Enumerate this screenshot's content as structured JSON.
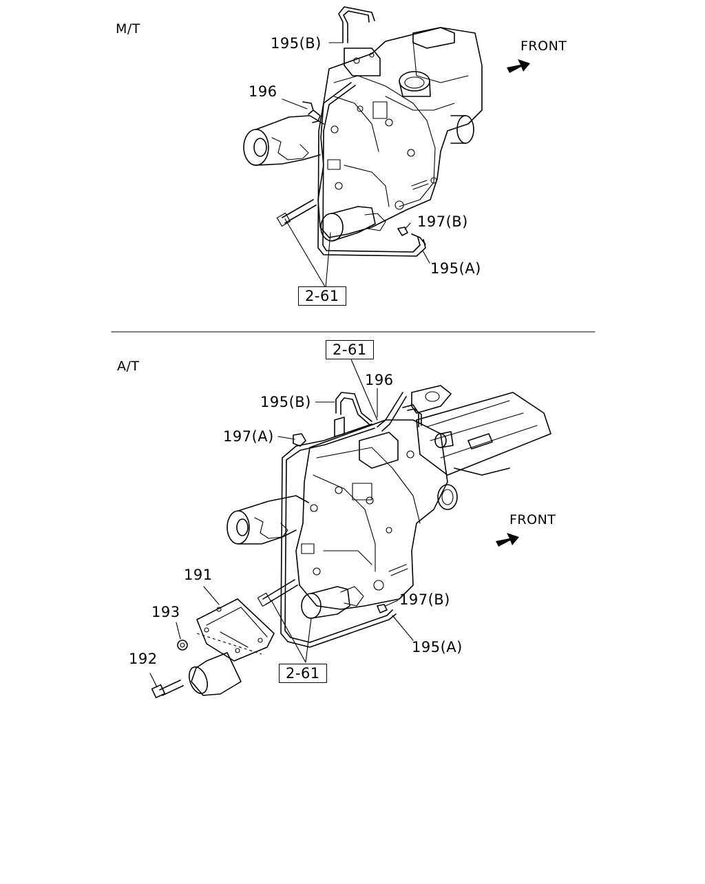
{
  "sections": [
    {
      "title": "M/T",
      "front_label": "FRONT",
      "callouts": [
        "195(B)",
        "196",
        "197(B)",
        "195(A)"
      ],
      "ref_box": "2-61"
    },
    {
      "title": "A/T",
      "front_label": "FRONT",
      "callouts": [
        "196",
        "195(B)",
        "197(A)",
        "191",
        "197(B)",
        "193",
        "195(A)",
        "192"
      ],
      "ref_boxes": [
        "2-61",
        "2-61"
      ]
    }
  ]
}
